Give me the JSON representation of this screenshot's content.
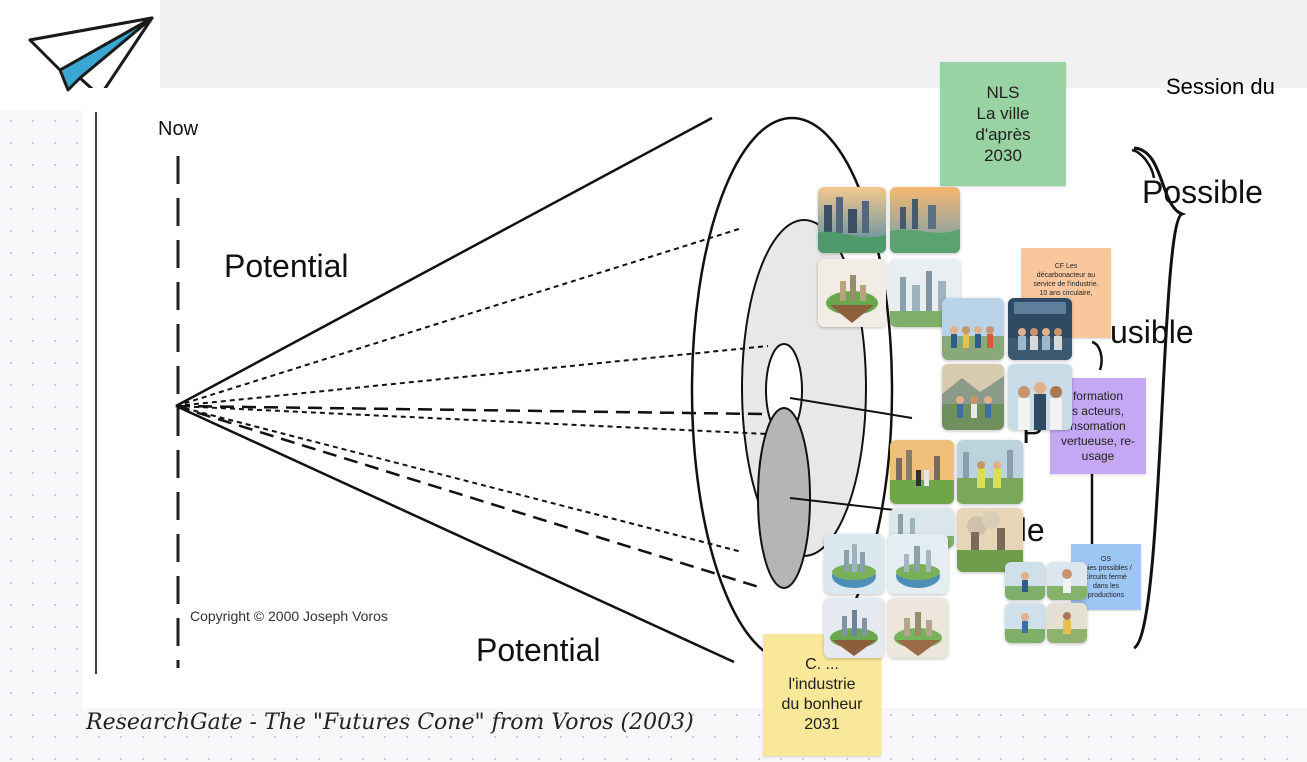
{
  "header": {
    "session_label": "Session du"
  },
  "diagram": {
    "now_label": "Now",
    "potential_top": "Potential",
    "potential_bottom": "Potential",
    "possible_label": "Possible",
    "plausible_partial": "usible",
    "probable_partial": "P",
    "preferable_partial": "ble",
    "copyright": "Copyright © 2000 Joseph Voros",
    "caption": "ResearchGate - The \"Futures Cone\" from Voros (2003)"
  },
  "stickies": {
    "nls": "NLS\nLa ville\nd'après\n2030",
    "cf": "CF Les\ndécarbonacteur au\nservice de l'industrie.\n10 ans circulaire,\n...\n...\n...e",
    "formation": "formation\ns acteurs,\nnsomation\nvertueuse, re-\nusage",
    "os": "OS\nvoies possibles /\ncircuits fermé\ndans les\nproductions",
    "industrie": "C. ...\nl'industrie\ndu bonheur\n2031"
  },
  "colors": {
    "nls": "#99d3a4",
    "cf": "#f9c79d",
    "formation": "#c4a8f4",
    "os": "#9ec6f2",
    "industrie": "#f9e79a",
    "logo_blue": "#3aa7d3"
  }
}
